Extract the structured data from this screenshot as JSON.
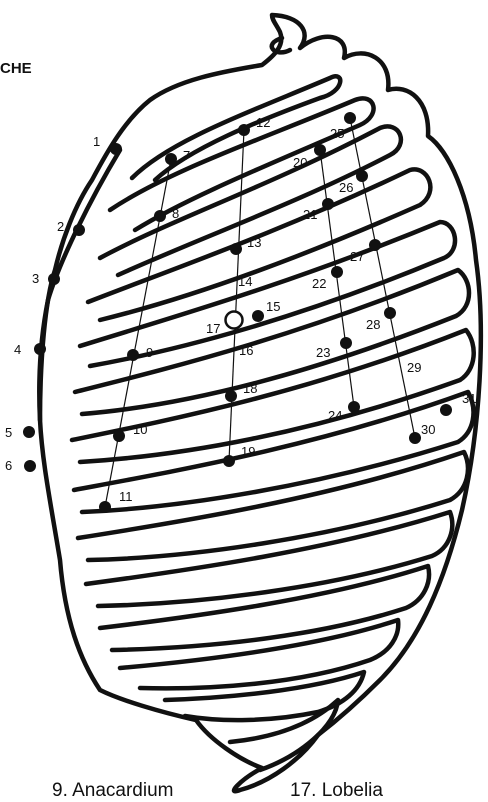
{
  "header": {
    "corner_title": "CHE"
  },
  "captions": [
    "9. Anacardium",
    "17. Lobelia"
  ],
  "points": [
    {
      "id": "1",
      "label": "1"
    },
    {
      "id": "2",
      "label": "2"
    },
    {
      "id": "3",
      "label": "3"
    },
    {
      "id": "4",
      "label": "4"
    },
    {
      "id": "5",
      "label": "5"
    },
    {
      "id": "6",
      "label": "6"
    },
    {
      "id": "7",
      "label": "7"
    },
    {
      "id": "8",
      "label": "8"
    },
    {
      "id": "9",
      "label": "9"
    },
    {
      "id": "10",
      "label": "10"
    },
    {
      "id": "11",
      "label": "11"
    },
    {
      "id": "12",
      "label": "12"
    },
    {
      "id": "13",
      "label": "13"
    },
    {
      "id": "14",
      "label": "14"
    },
    {
      "id": "15",
      "label": "15"
    },
    {
      "id": "16",
      "label": "16"
    },
    {
      "id": "17",
      "label": "17"
    },
    {
      "id": "18",
      "label": "18"
    },
    {
      "id": "19",
      "label": "19"
    },
    {
      "id": "20",
      "label": "20"
    },
    {
      "id": "21",
      "label": "21"
    },
    {
      "id": "22",
      "label": "22"
    },
    {
      "id": "23",
      "label": "23"
    },
    {
      "id": "24",
      "label": "24"
    },
    {
      "id": "25",
      "label": "25"
    },
    {
      "id": "26",
      "label": "26"
    },
    {
      "id": "27",
      "label": "27"
    },
    {
      "id": "28",
      "label": "28"
    },
    {
      "id": "29",
      "label": "29"
    },
    {
      "id": "30",
      "label": "30"
    },
    {
      "id": "31",
      "label": "31"
    }
  ]
}
